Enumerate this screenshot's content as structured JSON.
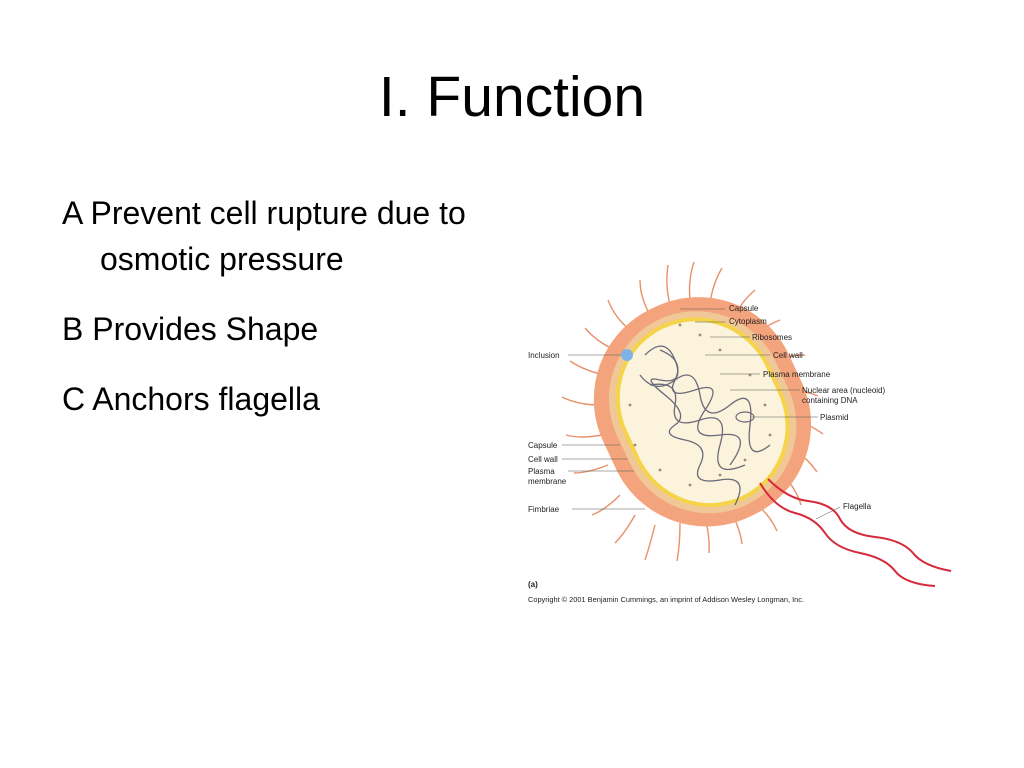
{
  "slide": {
    "title": "I.  Function",
    "bullets": [
      {
        "letter": "A",
        "text": "Prevent cell rupture due to osmotic pressure"
      },
      {
        "letter": "B",
        "text": "Provides Shape"
      },
      {
        "letter": "C",
        "text": "Anchors flagella"
      }
    ]
  },
  "diagram": {
    "labels_right": [
      "Capsule",
      "Cytoplasm",
      "Ribosomes",
      "Cell wall",
      "Plasma membrane",
      "Nuclear area (nucleoid)",
      "containing DNA",
      "Plasmid"
    ],
    "labels_left": [
      "Inclusion",
      "Capsule",
      "Cell wall",
      "Plasma",
      "membrane",
      "Fimbriae"
    ],
    "label_flagella": "Flagella",
    "panel_label": "(a)",
    "copyright": "Copyright © 2001 Benjamin Cummings, an imprint of Addison Wesley Longman, Inc.",
    "colors": {
      "capsule": "#f4a47c",
      "wall": "#f0c898",
      "membrane": "#f5d44a",
      "cytoplasm": "#fbf3dc",
      "dna": "#6a6a7a",
      "flagella": "#d42a3a",
      "fimbriae": "#e8906a",
      "inclusion": "#7fb2e6"
    }
  }
}
